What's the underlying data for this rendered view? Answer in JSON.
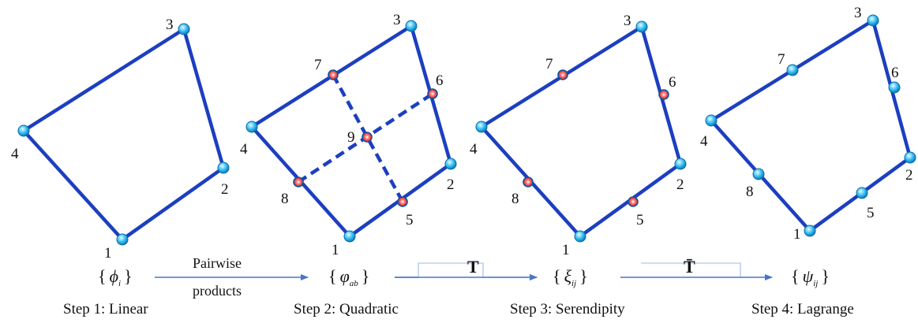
{
  "diagram": {
    "colors": {
      "edge": "#1c3fc0",
      "arrow": "#4a74c8",
      "corner_node": "#35b8f0",
      "mid_node": "#e02828"
    },
    "panels": [
      {
        "id": "linear",
        "nodes": [
          {
            "label": "1",
            "kind": "corner"
          },
          {
            "label": "2",
            "kind": "corner"
          },
          {
            "label": "3",
            "kind": "corner"
          },
          {
            "label": "4",
            "kind": "corner"
          }
        ],
        "set": {
          "brace_open": "{",
          "symbol": "ϕ",
          "sub": "i",
          "brace_close": "}"
        },
        "step": "Step 1: Linear"
      },
      {
        "id": "quadratic",
        "nodes": [
          {
            "label": "1",
            "kind": "corner"
          },
          {
            "label": "2",
            "kind": "corner"
          },
          {
            "label": "3",
            "kind": "corner"
          },
          {
            "label": "4",
            "kind": "corner"
          },
          {
            "label": "5",
            "kind": "mid"
          },
          {
            "label": "6",
            "kind": "mid"
          },
          {
            "label": "7",
            "kind": "mid"
          },
          {
            "label": "8",
            "kind": "mid"
          },
          {
            "label": "9",
            "kind": "mid"
          }
        ],
        "set": {
          "brace_open": "{",
          "symbol": "φ",
          "sub": "ab",
          "brace_close": "}"
        },
        "step": "Step 2: Quadratic"
      },
      {
        "id": "serendipity",
        "nodes": [
          {
            "label": "1",
            "kind": "corner"
          },
          {
            "label": "2",
            "kind": "corner"
          },
          {
            "label": "3",
            "kind": "corner"
          },
          {
            "label": "4",
            "kind": "corner"
          },
          {
            "label": "5",
            "kind": "mid"
          },
          {
            "label": "6",
            "kind": "mid"
          },
          {
            "label": "7",
            "kind": "mid"
          },
          {
            "label": "8",
            "kind": "mid"
          }
        ],
        "set": {
          "brace_open": "{",
          "symbol": "ξ",
          "sub": "ij",
          "brace_close": "}"
        },
        "step": "Step 3: Serendipity"
      },
      {
        "id": "lagrange",
        "nodes": [
          {
            "label": "1",
            "kind": "corner"
          },
          {
            "label": "2",
            "kind": "corner"
          },
          {
            "label": "3",
            "kind": "corner"
          },
          {
            "label": "4",
            "kind": "corner"
          },
          {
            "label": "5",
            "kind": "corner"
          },
          {
            "label": "6",
            "kind": "corner"
          },
          {
            "label": "7",
            "kind": "corner"
          },
          {
            "label": "8",
            "kind": "corner"
          }
        ],
        "set": {
          "brace_open": "{",
          "symbol": "ψ",
          "sub": "ij",
          "brace_close": "}"
        },
        "step": "Step 4: Lagrange"
      }
    ],
    "arrows": [
      {
        "label_line1": "Pairwise",
        "label_line2": "products"
      },
      {
        "label": "T"
      },
      {
        "label": "T̄"
      }
    ]
  }
}
